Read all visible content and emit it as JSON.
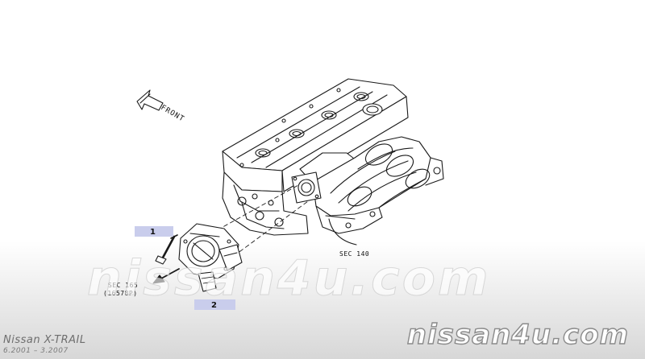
{
  "diagram": {
    "direction_label": "FRONT",
    "refs": {
      "intake_manifold": "SEC 140",
      "sec165_line1": "SEC 165",
      "sec165_line2": "(16578P)"
    },
    "callouts": [
      {
        "number": "1",
        "part": "bolt"
      },
      {
        "number": "2",
        "part": "throttle-chamber"
      }
    ]
  },
  "branding": {
    "watermark": "nissan4u.com",
    "corner_logo": "nissan4u.com",
    "model": "Nissan X-TRAIL",
    "years": "6.2001 – 3.2007"
  },
  "colors": {
    "line": "#1a1a1a",
    "callout_highlight": "#c9cdec"
  },
  "icons": [
    "front-arrow-icon",
    "bolt-icon",
    "throttle-chamber-icon",
    "engine-icon"
  ]
}
